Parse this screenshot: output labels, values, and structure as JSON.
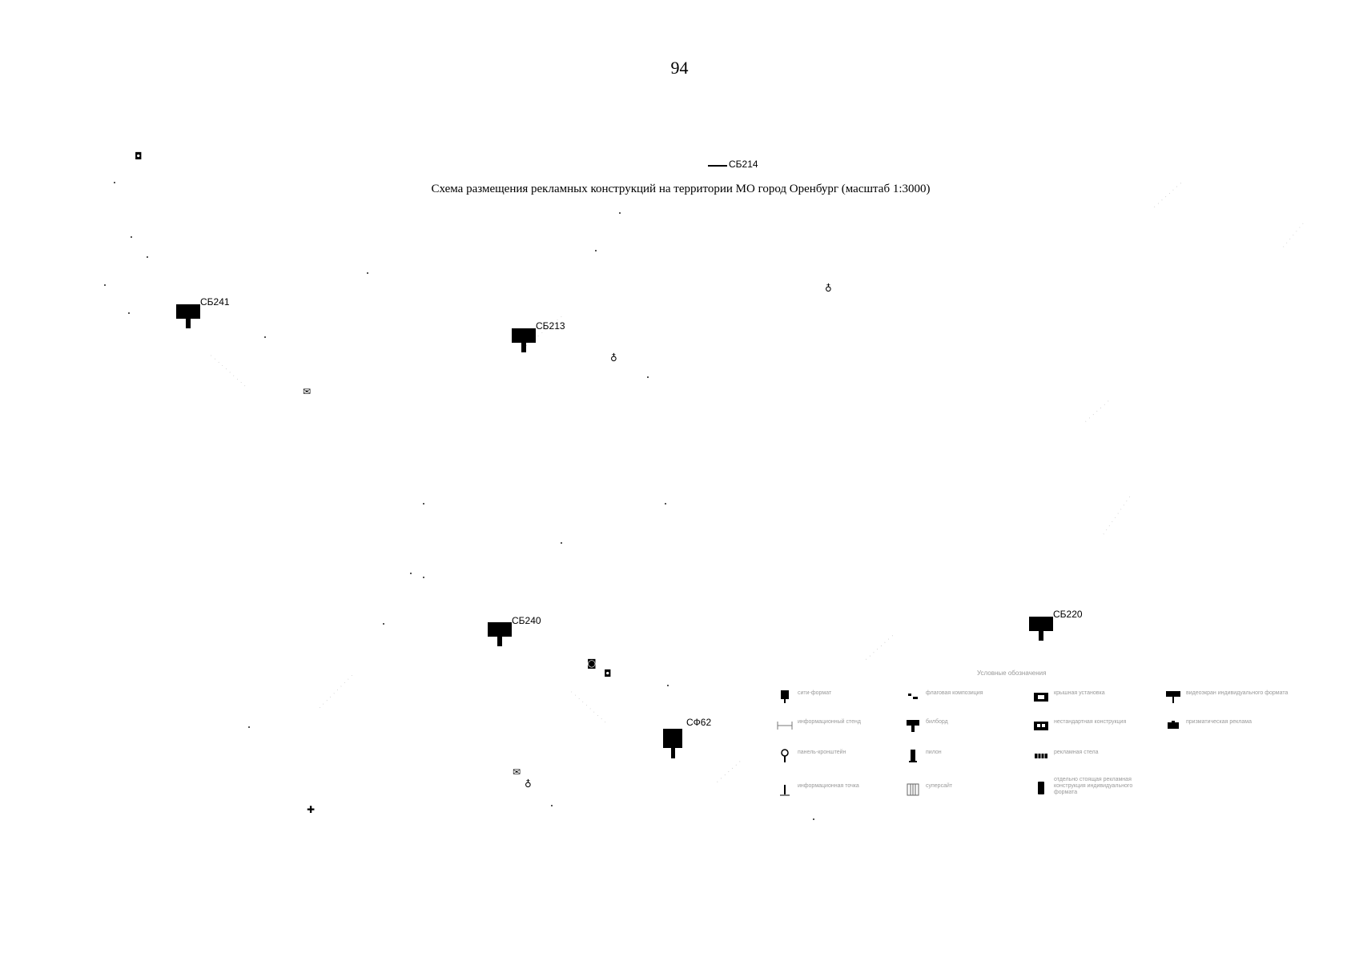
{
  "page": {
    "number": "94",
    "title": "Схема размещения рекламных конструкций на территории МО город Оренбург (масштаб 1:3000)"
  },
  "placements": [
    {
      "id": "sb214",
      "label": "СБ214"
    },
    {
      "id": "sb241",
      "label": "СБ241"
    },
    {
      "id": "sb213",
      "label": "СБ213"
    },
    {
      "id": "sb240",
      "label": "СБ240"
    },
    {
      "id": "sb220",
      "label": "СБ220"
    },
    {
      "id": "sf62",
      "label": "СФ62"
    }
  ],
  "legend": {
    "title": "Условные обозначения",
    "items": [
      {
        "id": "legend-sity-format",
        "icon": "city-format-board-icon",
        "label": "сити-формат"
      },
      {
        "id": "legend-flag",
        "icon": "flag-composition-icon",
        "label": "флаговая композиция"
      },
      {
        "id": "legend-roof",
        "icon": "roof-installation-icon",
        "label": "крышная установка"
      },
      {
        "id": "legend-videoscreen",
        "icon": "video-screen-icon",
        "label": "видеоэкран индивидуального формата"
      },
      {
        "id": "legend-info-stand",
        "icon": "info-stand-icon",
        "label": "информационный стенд"
      },
      {
        "id": "legend-billboard",
        "icon": "billboard-icon",
        "label": "билборд"
      },
      {
        "id": "legend-nonstandard",
        "icon": "nonstandard-construction-icon",
        "label": "нестандартная конструкция"
      },
      {
        "id": "legend-prism",
        "icon": "prism-display-icon",
        "label": "призматическая реклама"
      },
      {
        "id": "legend-panel",
        "icon": "bracket-panel-icon",
        "label": "панель-кронштейн"
      },
      {
        "id": "legend-pillar",
        "icon": "pillar-icon",
        "label": "пилон"
      },
      {
        "id": "legend-stele",
        "icon": "stele-icon",
        "label": "рекламная стела"
      },
      {
        "id": "legend-bus-stop",
        "icon": "info-point-icon",
        "label": "информационная точка"
      },
      {
        "id": "legend-superside",
        "icon": "superside-icon",
        "label": "суперсайт"
      },
      {
        "id": "legend-individual",
        "icon": "individual-format-icon",
        "label": "отдельно стоящая рекламная конструкция индивидуального формата"
      }
    ]
  }
}
